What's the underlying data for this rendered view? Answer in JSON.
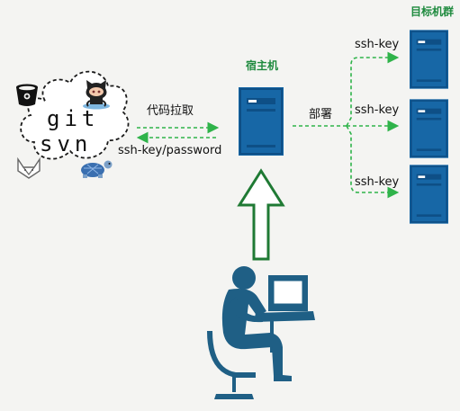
{
  "labels": {
    "target_cluster": "目标机群",
    "host": "宿主机",
    "code_pull": "代码拉取",
    "ssh_password": "ssh-key/password",
    "deploy": "部署",
    "ssh_key_1": "ssh-key",
    "ssh_key_2": "ssh-key",
    "ssh_key_3": "ssh-key"
  },
  "cloud": {
    "line1": "git",
    "line2": "svn"
  },
  "colors": {
    "server_blue": "#1767a6",
    "server_dark": "#0e4f86",
    "accent_green": "#1e8a3e",
    "dashed_green": "#2fb34a",
    "arrow_outline": "#1f7a34",
    "person": "#1f5f85"
  },
  "icons": [
    "bitbucket-icon",
    "github-octocat-icon",
    "gitlab-fox-icon",
    "svn-turtle-icon",
    "server-icon",
    "person-at-computer-icon"
  ]
}
